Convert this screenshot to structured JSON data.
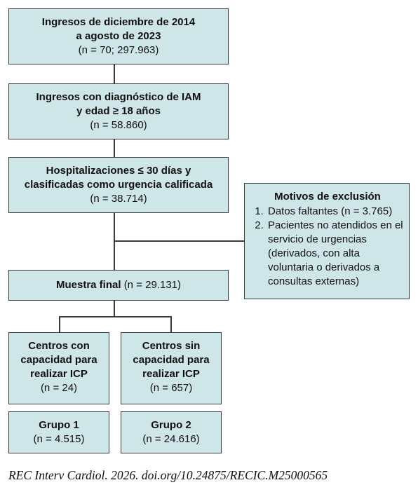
{
  "boxes": {
    "ingresos": {
      "line1": "Ingresos de diciembre de 2014",
      "line2": "a agosto de 2023",
      "count": "(n = 70; 297.963)"
    },
    "diagnostico": {
      "line1": "Ingresos con diagnóstico de IAM",
      "line2": "y edad ≥ 18 años",
      "count": "(n = 58.860)"
    },
    "hospitalizaciones": {
      "line1": "Hospitalizaciones ≤ 30 días y",
      "line2": "clasificadas como urgencia calificada",
      "count": "(n = 38.714)"
    },
    "muestra": {
      "label": "Muestra final",
      "count": "(n = 29.131)"
    },
    "centros_con": {
      "line1": "Centros con",
      "line2": "capacidad para",
      "line3": "realizar ICP",
      "count": "(n = 24)"
    },
    "centros_sin": {
      "line1": "Centros sin",
      "line2": "capacidad para",
      "line3": "realizar ICP",
      "count": "(n = 657)"
    },
    "grupo1": {
      "label": "Grupo 1",
      "count": "(n = 4.515)"
    },
    "grupo2": {
      "label": "Grupo 2",
      "count": "(n = 24.616)"
    }
  },
  "exclusion": {
    "title": "Motivos de exclusión",
    "items": [
      "Datos faltantes (n = 3.765)",
      "Pacientes no atendidos en el servicio de urgencias (derivados, con alta voluntaria o derivados a consultas externas)"
    ]
  },
  "citation": "REC Interv Cardiol. 2026. doi.org/10.24875/RECIC.M25000565",
  "colors": {
    "box_fill": "#cfe6e9",
    "border": "#3a3a3a"
  }
}
